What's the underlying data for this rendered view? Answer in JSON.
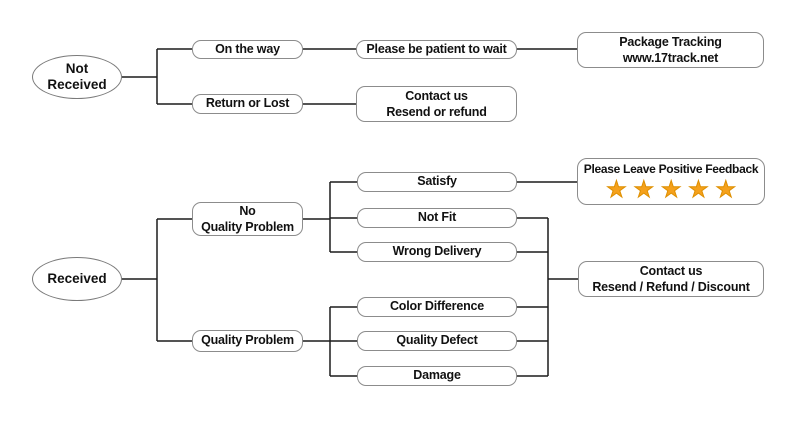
{
  "colors": {
    "background": "#ffffff",
    "line": "#1c1c1c",
    "box_border": "#8c8c8c",
    "text": "#111111",
    "star_fill": "#f5a11c",
    "star_stroke": "#de8f00"
  },
  "star_icon": "★",
  "star_count": 5,
  "not_received_flow": {
    "root": "Not Received",
    "on_the_way": "On the way",
    "be_patient": "Please be patient to wait",
    "package_tracking_line1": "Package Tracking",
    "package_tracking_line2": "www.17track.net",
    "return_or_lost": "Return or Lost",
    "contact_line1": "Contact us",
    "contact_line2": "Resend or refund"
  },
  "received_flow": {
    "root": "Received",
    "no_quality_problem_line1": "No",
    "no_quality_problem_line2": "Quality Problem",
    "satisfy": "Satisfy",
    "not_fit": "Not Fit",
    "wrong_delivery": "Wrong Delivery",
    "feedback_label": "Please Leave Positive Feedback",
    "quality_problem": "Quality Problem",
    "color_difference": "Color Difference",
    "quality_defect": "Quality Defect",
    "damage": "Damage",
    "contact_line1": "Contact us",
    "contact_line2": "Resend / Refund / Discount"
  }
}
